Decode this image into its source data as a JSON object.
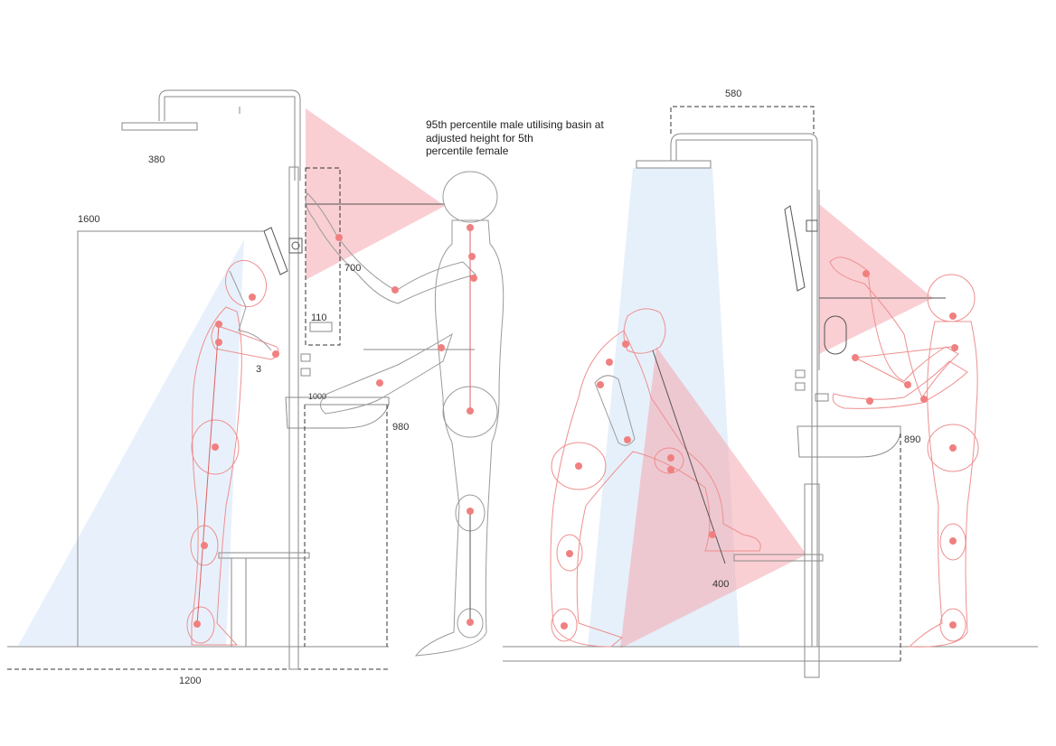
{
  "colors": {
    "reach_cone": "#f4a7ae",
    "sight_cone": "#d6e6f7",
    "joint": "#f08080",
    "outline": "#9a9a9a"
  },
  "caption": {
    "line1": "95th percentile male utilising basin at",
    "line2": "adjusted height for 5th",
    "line3": "percentile female"
  },
  "dimensions": {
    "left_shower_head_width": "380",
    "left_reach_height": "1600",
    "reach_distance": "700",
    "control_offset": "110",
    "control_small": "3",
    "basin_rim": "1000",
    "basin_height_left": "980",
    "floor_width": "1200",
    "right_shower_arm": "580",
    "seat_height": "400",
    "basin_height_right": "890"
  }
}
